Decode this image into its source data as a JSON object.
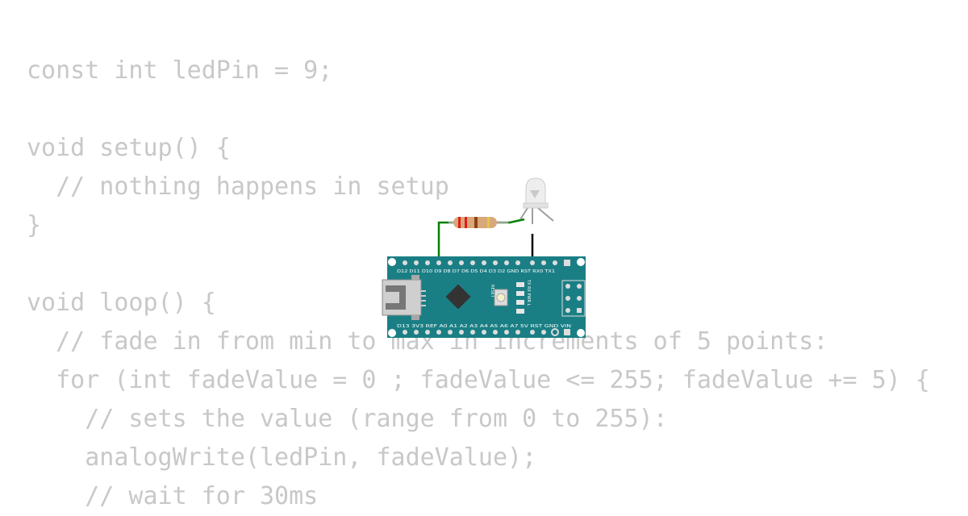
{
  "editor": {
    "code_lines": [
      "const int ledPin = 9;",
      "",
      "void setup() {",
      "  // nothing happens in setup",
      "}",
      "",
      "void loop() {",
      "  // fade in from min to max in increments of 5 points:",
      "  for (int fadeValue = 0 ; fadeValue <= 255; fadeValue += 5) {",
      "    // sets the value (range from 0 to 255):",
      "    analogWrite(ledPin, fadeValue);",
      "    // wait for 30ms"
    ]
  },
  "circuit": {
    "board_color": "#1a7f85",
    "wire_signal_color": "#008000",
    "wire_ground_color": "#000000",
    "top_pin_labels": "D12 D11 D10 D9 D8 D7 D6 D5 D4 D3 D2 GND RST RX0 TX1",
    "bottom_pin_labels": "D13 3V3 REF A0 A1 A2 A3 A4 A5 A6 A7 5V RST GND VIN",
    "reset_label": "RESET",
    "status_leds_label": "TX RX PWR L"
  }
}
